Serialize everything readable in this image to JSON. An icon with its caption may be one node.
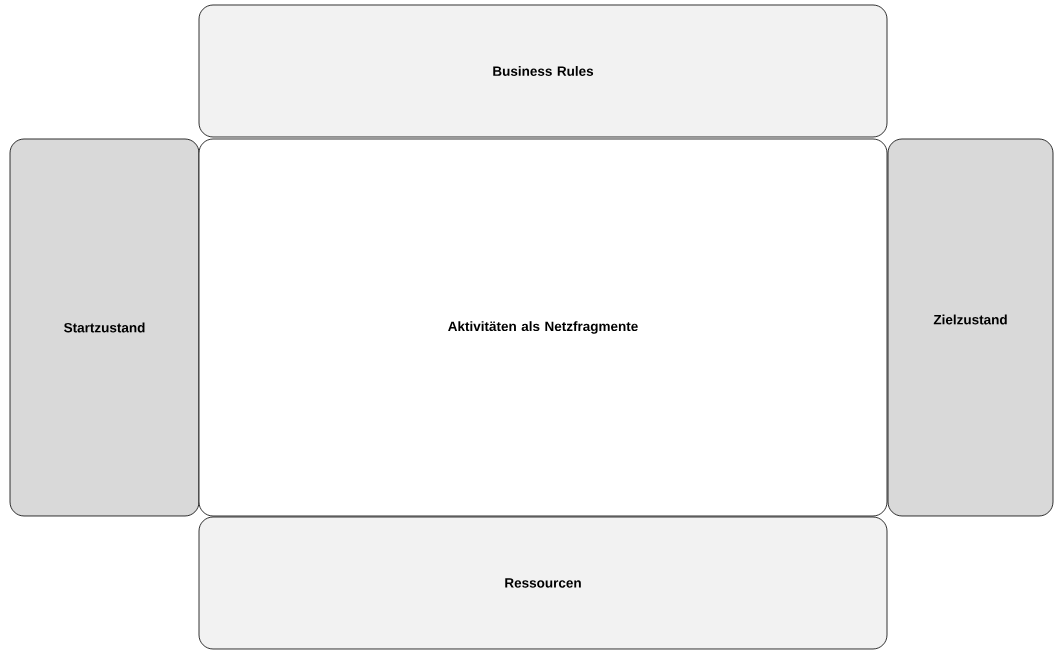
{
  "diagram": {
    "nodes": [
      {
        "text": [
          "Business Rules"
        ]
      },
      {
        "text": [
          "Startzustand"
        ]
      },
      {
        "text": [
          "Aktivitäten als Netzfragmente"
        ]
      },
      {
        "text": [
          "Zielzustand"
        ]
      },
      {
        "text": [
          "Ressourcen"
        ]
      }
    ]
  }
}
